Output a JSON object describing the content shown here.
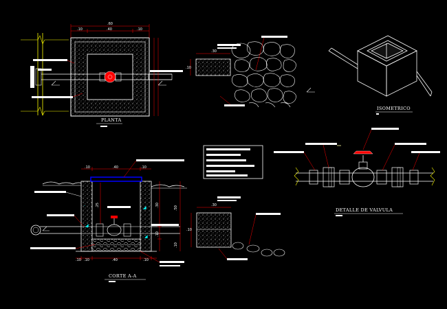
{
  "views": {
    "plan": {
      "title": "PLANTA"
    },
    "section": {
      "title": "CORTE A-A"
    },
    "isometric": {
      "title": "ISOMETRICO"
    },
    "valve_detail": {
      "title": "DETALLE DE VALVULA"
    }
  },
  "plan_dims": {
    "total": ".60",
    "left": ".10",
    "center": ".40",
    "right": ".10"
  },
  "slab_top_dim": {
    "width": ".30",
    "side": ".10"
  },
  "section_dims": {
    "top_left": ".10",
    "top_center": ".40",
    "top_right": ".10",
    "bot_left": ".10",
    "bot_mid": ".10",
    "bot_center": ".40",
    "bot_right": ".10",
    "height": ".25",
    "right_total": ".50",
    "right_upper": ".30",
    "right_mid": ".10",
    "right_low": ".10"
  },
  "slab_bottom_dim": {
    "width": ".30",
    "side": ".10"
  },
  "colors": {
    "background": "#000000",
    "linework": "#ffffff",
    "dimension": "#ff0000",
    "label_box": "#ffffff",
    "pipe": "#ffffff",
    "valve": "#ff0000",
    "ground": "#ffff00",
    "water": "#00ffff",
    "lid": "#0000ff"
  }
}
